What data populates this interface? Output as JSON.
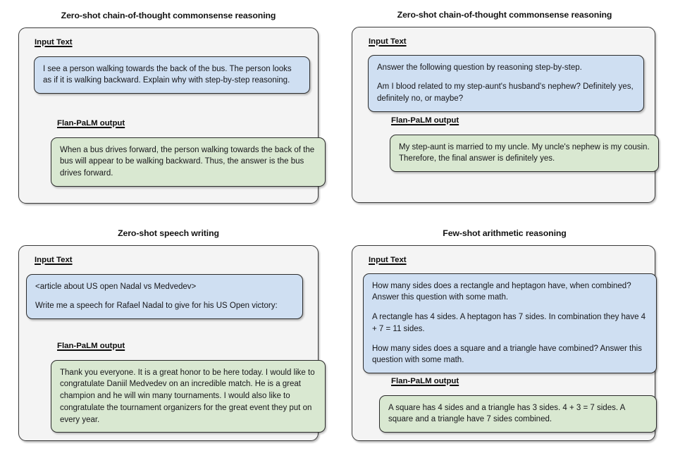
{
  "panels": [
    {
      "title": "Zero-shot chain-of-thought commonsense reasoning",
      "input_label": "Input Text",
      "output_label": "Flan-PaLM output",
      "input_paragraphs": [
        "I see a person walking towards the back of the bus. The person looks as if it is walking backward. Explain why with step-by-step reasoning."
      ],
      "output_paragraphs": [
        "When a bus drives forward, the person walking towards the back of the bus will appear to be walking backward. Thus, the answer is the bus drives forward."
      ]
    },
    {
      "title": "Zero-shot chain-of-thought commonsense reasoning",
      "input_label": "Input Text",
      "output_label": "Flan-PaLM output",
      "input_paragraphs": [
        "Answer the following question by reasoning step-by-step.",
        "Am I blood related to my step-aunt's husband's nephew? Definitely yes, definitely no, or maybe?"
      ],
      "output_paragraphs": [
        "My step-aunt is married to my uncle. My uncle's nephew is my cousin. Therefore, the final answer is definitely yes."
      ]
    },
    {
      "title": "Zero-shot speech writing",
      "input_label": "Input Text",
      "output_label": "Flan-PaLM output",
      "input_paragraphs": [
        "<article about US open Nadal vs Medvedev>",
        "Write me a speech for Rafael Nadal to give for his US Open victory:"
      ],
      "output_paragraphs": [
        "Thank you everyone. It is a great honor to be here today. I would like to congratulate Daniil Medvedev on an incredible match. He is a great champion and he will win many tournaments. I would also like to congratulate the tournament organizers for the great event they put on every year."
      ]
    },
    {
      "title": "Few-shot arithmetic reasoning",
      "input_label": "Input Text",
      "output_label": "Flan-PaLM output",
      "input_paragraphs": [
        "How many sides does a rectangle and heptagon have, when combined? Answer this question with some math.",
        "A rectangle has 4 sides. A heptagon has 7 sides. In combination they have 4 + 7 = 11 sides.",
        "How many sides does a square and a triangle have combined? Answer this question with some math."
      ],
      "output_paragraphs": [
        "A square has 4 sides and a triangle has 3 sides. 4 + 3 = 7 sides. A square and a triangle have 7 sides combined."
      ]
    }
  ],
  "colors": {
    "input_bubble_fill": "#cfdff2",
    "output_bubble_fill": "#d9e8d1",
    "card_fill": "#f4f4f4",
    "border": "#2b2b2b",
    "text": "#17171a",
    "page_background": "#ffffff"
  }
}
